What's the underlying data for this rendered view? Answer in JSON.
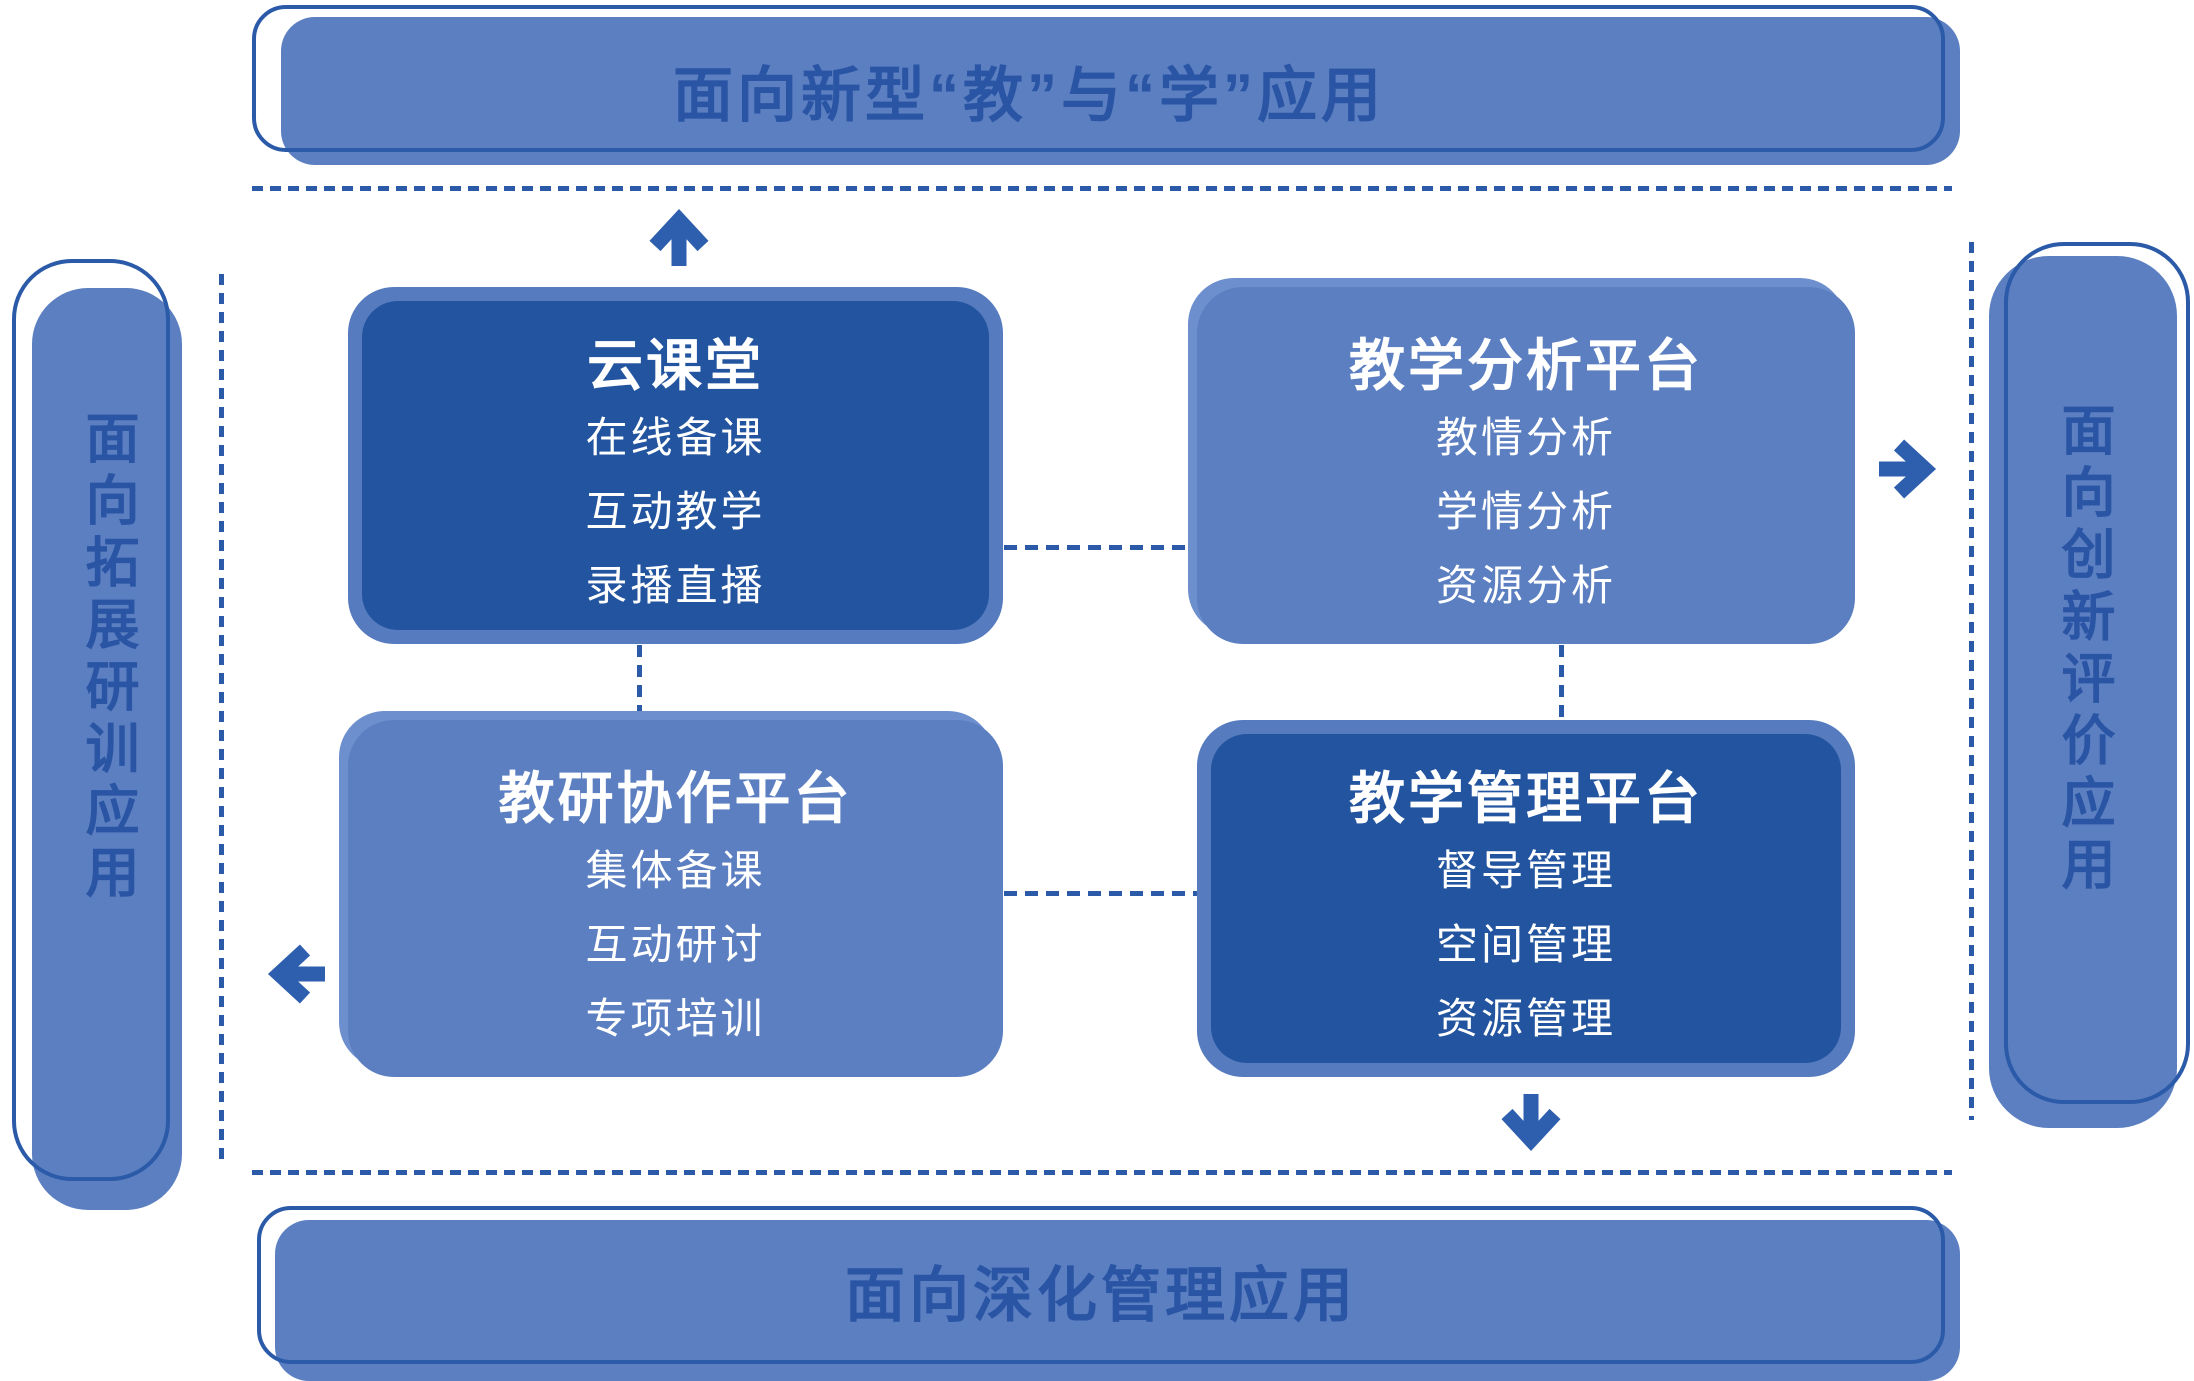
{
  "colors": {
    "dark_text": "#2A55A4",
    "outline_stroke": "#2B5AA8",
    "dash_line": "#2B5AA8",
    "arrow": "#2E5FAE",
    "banner_fill": "#5B7FC1",
    "medium_box_fill": "#5B7FC1",
    "medium_box_edge": "#6E8FCE",
    "dark_box_fill": "#23549F",
    "dark_box_border": "#567BBE",
    "box_text": "#FFFFFF"
  },
  "banners": {
    "top": {
      "label": "面向新型“教”与“学”应用"
    },
    "right": {
      "label": "面向创新评价应用"
    },
    "bottom": {
      "label": "面向深化管理应用"
    },
    "left": {
      "label": "面向拓展研训应用"
    }
  },
  "platforms": [
    {
      "title": "云课堂",
      "style": "dark",
      "items": [
        "在线备课",
        "互动教学",
        "录播直播"
      ]
    },
    {
      "title": "教学分析平台",
      "style": "medium",
      "items": [
        "教情分析",
        "学情分析",
        "资源分析"
      ]
    },
    {
      "title": "教研协作平台",
      "style": "medium",
      "items": [
        "集体备课",
        "互动研讨",
        "专项培训"
      ]
    },
    {
      "title": "教学管理平台",
      "style": "dark",
      "items": [
        "督导管理",
        "空间管理",
        "资源管理"
      ]
    }
  ],
  "icons": {
    "top": "arrow-up-icon",
    "right": "arrow-right-icon",
    "bottom": "arrow-down-icon",
    "left": "arrow-left-icon"
  }
}
